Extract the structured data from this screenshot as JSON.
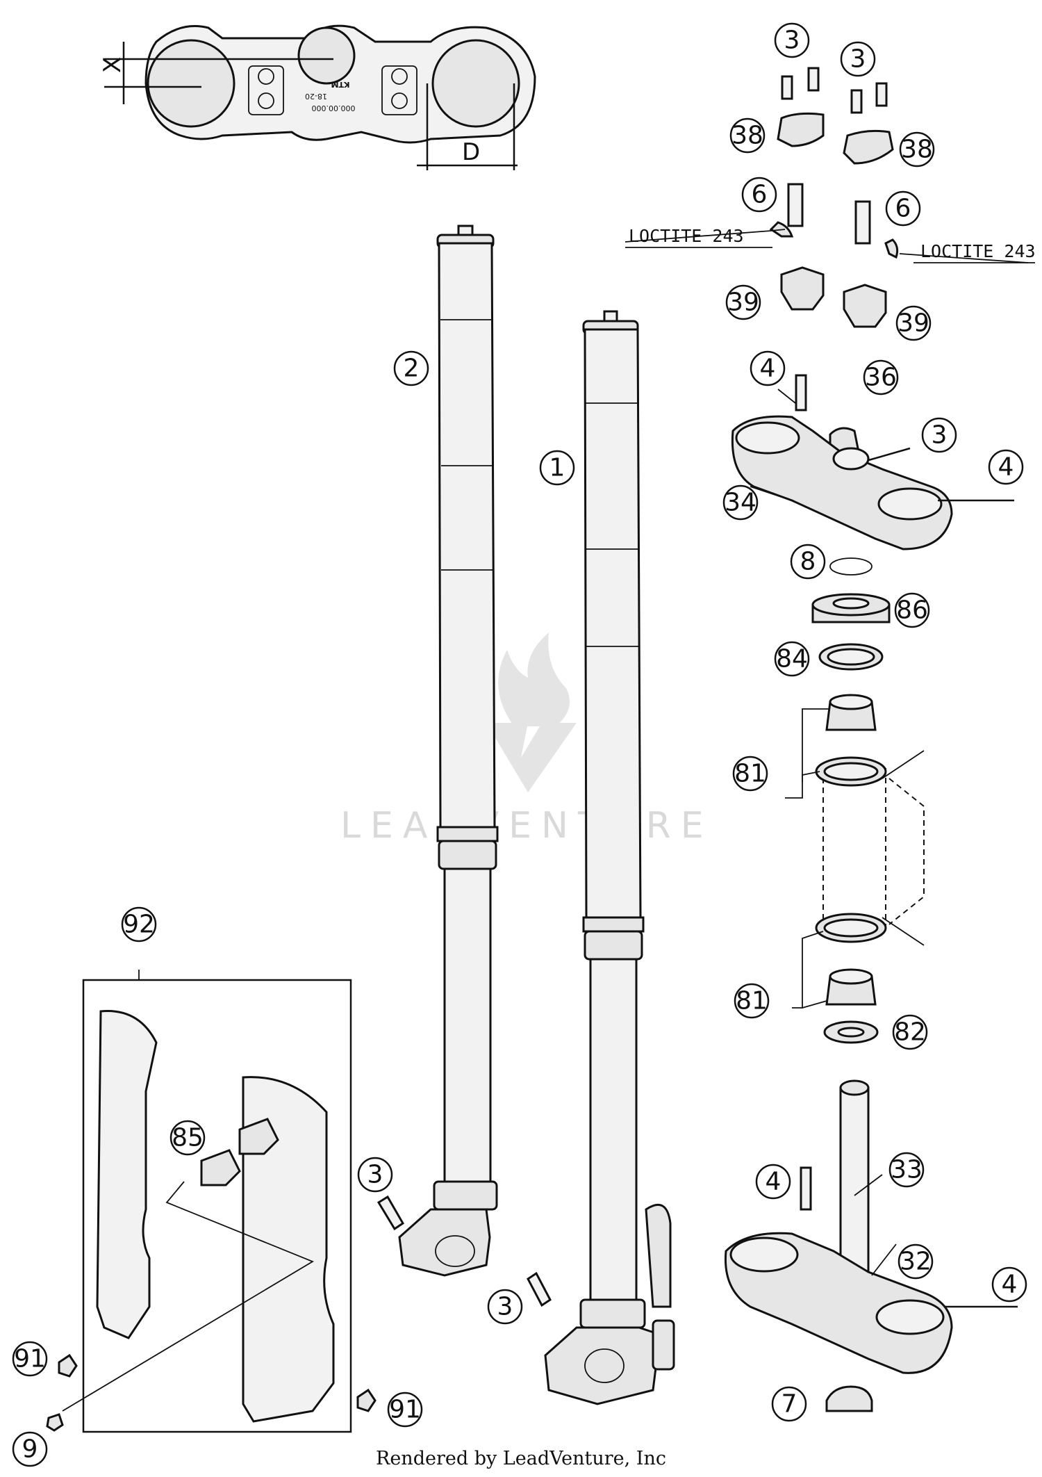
{
  "watermark": "LEADVENTURE",
  "footer": "Rendered by LeadVenture, Inc",
  "dimension_labels": {
    "x": "X",
    "d": "D"
  },
  "top_clamp_markings": {
    "part_no": "000.00.000",
    "offset": "18-20",
    "brand": "KTM"
  },
  "notes": {
    "loctite_left": "LOCTITE 243",
    "loctite_right": "LOCTITE 243"
  },
  "callouts": [
    {
      "id": "c-3-a",
      "label": "3"
    },
    {
      "id": "c-3-b",
      "label": "3"
    },
    {
      "id": "c-38-a",
      "label": "38"
    },
    {
      "id": "c-38-b",
      "label": "38"
    },
    {
      "id": "c-6-a",
      "label": "6"
    },
    {
      "id": "c-6-b",
      "label": "6"
    },
    {
      "id": "c-39-a",
      "label": "39"
    },
    {
      "id": "c-39-b",
      "label": "39"
    },
    {
      "id": "c-4-a",
      "label": "4"
    },
    {
      "id": "c-36",
      "label": "36"
    },
    {
      "id": "c-3-c",
      "label": "3"
    },
    {
      "id": "c-4-b",
      "label": "4"
    },
    {
      "id": "c-34",
      "label": "34"
    },
    {
      "id": "c-8",
      "label": "8"
    },
    {
      "id": "c-86",
      "label": "86"
    },
    {
      "id": "c-84",
      "label": "84"
    },
    {
      "id": "c-81-a",
      "label": "81"
    },
    {
      "id": "c-81-b",
      "label": "81"
    },
    {
      "id": "c-82",
      "label": "82"
    },
    {
      "id": "c-2",
      "label": "2"
    },
    {
      "id": "c-1",
      "label": "1"
    },
    {
      "id": "c-92",
      "label": "92"
    },
    {
      "id": "c-85",
      "label": "85"
    },
    {
      "id": "c-3-d",
      "label": "3"
    },
    {
      "id": "c-3-e",
      "label": "3"
    },
    {
      "id": "c-4-c",
      "label": "4"
    },
    {
      "id": "c-33",
      "label": "33"
    },
    {
      "id": "c-32",
      "label": "32"
    },
    {
      "id": "c-4-d",
      "label": "4"
    },
    {
      "id": "c-7",
      "label": "7"
    },
    {
      "id": "c-91-a",
      "label": "91"
    },
    {
      "id": "c-91-b",
      "label": "91"
    },
    {
      "id": "c-9",
      "label": "9"
    }
  ]
}
